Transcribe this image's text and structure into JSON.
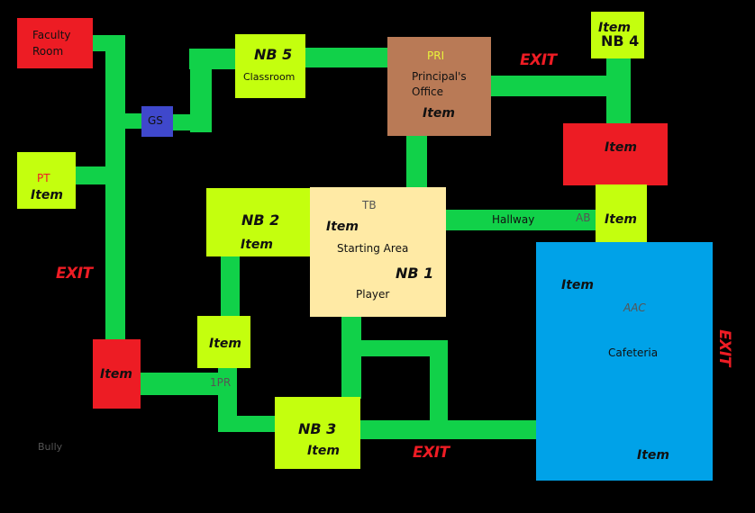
{
  "title": "School map",
  "colors": {
    "hallway": "#11d149",
    "red_room": "#ed1c24",
    "lime_room": "#c4ff0e",
    "office": "#b97a56",
    "start": "#ffeaa5",
    "cafeteria": "#00a2e8",
    "gs": "#3f48cc",
    "exit": "#ee1c24"
  },
  "rooms": {
    "faculty": {
      "line1": "Faculty",
      "line2": "Room"
    },
    "nb5": {
      "name": "NB 5",
      "sub": "Classroom"
    },
    "gs": {
      "label": "GS"
    },
    "pri": {
      "code": "PRI",
      "line1": "Principal's",
      "line2": "Office",
      "item": "Item"
    },
    "nb4": {
      "item": "Item",
      "name": "NB 4"
    },
    "red_right": {
      "item": "Item"
    },
    "pt": {
      "code": "PT",
      "item": "Item"
    },
    "nb2": {
      "name": "NB 2",
      "item": "Item"
    },
    "nb1": {
      "code": "TB",
      "item": "Item",
      "sub": "Starting Area",
      "name": "NB 1",
      "player": "Player"
    },
    "ab_room": {
      "item": "Item"
    },
    "cafeteria": {
      "item1": "Item",
      "code": "AAC",
      "name": "Cafeteria",
      "item2": "Item"
    },
    "small_lime": {
      "item": "Item"
    },
    "red_left": {
      "item": "Item"
    },
    "nb3": {
      "name": "NB 3",
      "item": "Item"
    }
  },
  "labels": {
    "hallway": "Hallway",
    "ab": "AB",
    "ipr": "1PR",
    "bully": "Bully",
    "exit_top": "EXIT",
    "exit_left": "EXIT",
    "exit_bottom": "EXIT",
    "exit_right": "EXIT"
  }
}
